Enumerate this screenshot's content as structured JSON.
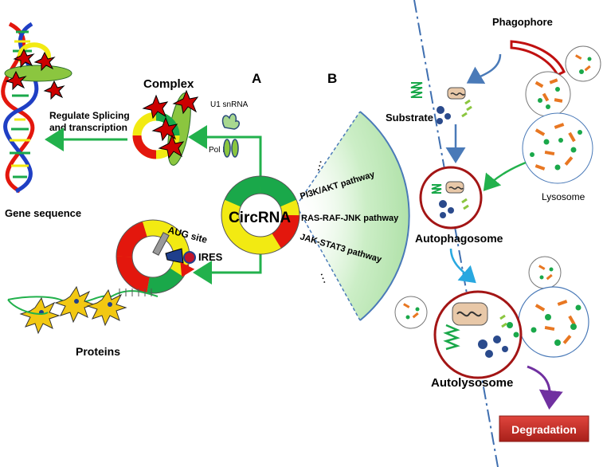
{
  "panel_a_label": "A",
  "panel_b_label": "B",
  "circ_label": "CircRNA",
  "complex_label": "Complex",
  "u1_label": "U1 snRNA",
  "pol_label": "Pol II",
  "regulate_line1": "Regulate Splicing",
  "regulate_line2": "and transcription",
  "gene_label": "Gene sequence",
  "aug_label": "AUG site",
  "ires_label": "IRES",
  "proteins_label": "Proteins",
  "pathways": [
    "PI3K/AKT pathway",
    "RAS-RAF-JNK pathway",
    "JAK-STAT3 pathway"
  ],
  "dots_top": "…",
  "dots_bottom": "…",
  "phagophore_label": "Phagophore",
  "substrate_label": "Substrate",
  "lysosome_label": "Lysosome",
  "autophagosome_label": "Autophagosome",
  "autolysosome_label": "Autolysosome",
  "degradation_label": "Degradation",
  "colors": {
    "green": "#1aa84a",
    "yellow": "#f2ea12",
    "red": "#e3170d",
    "arrow_green": "#22b14c",
    "arrow_blue": "#4a7ab8",
    "arrow_light_blue": "#29a8e0",
    "arrow_purple": "#7030a0",
    "vesicle_red": "#a31515",
    "degradation_bg": "#c0302a",
    "dash_line": "#3f6fb0"
  }
}
